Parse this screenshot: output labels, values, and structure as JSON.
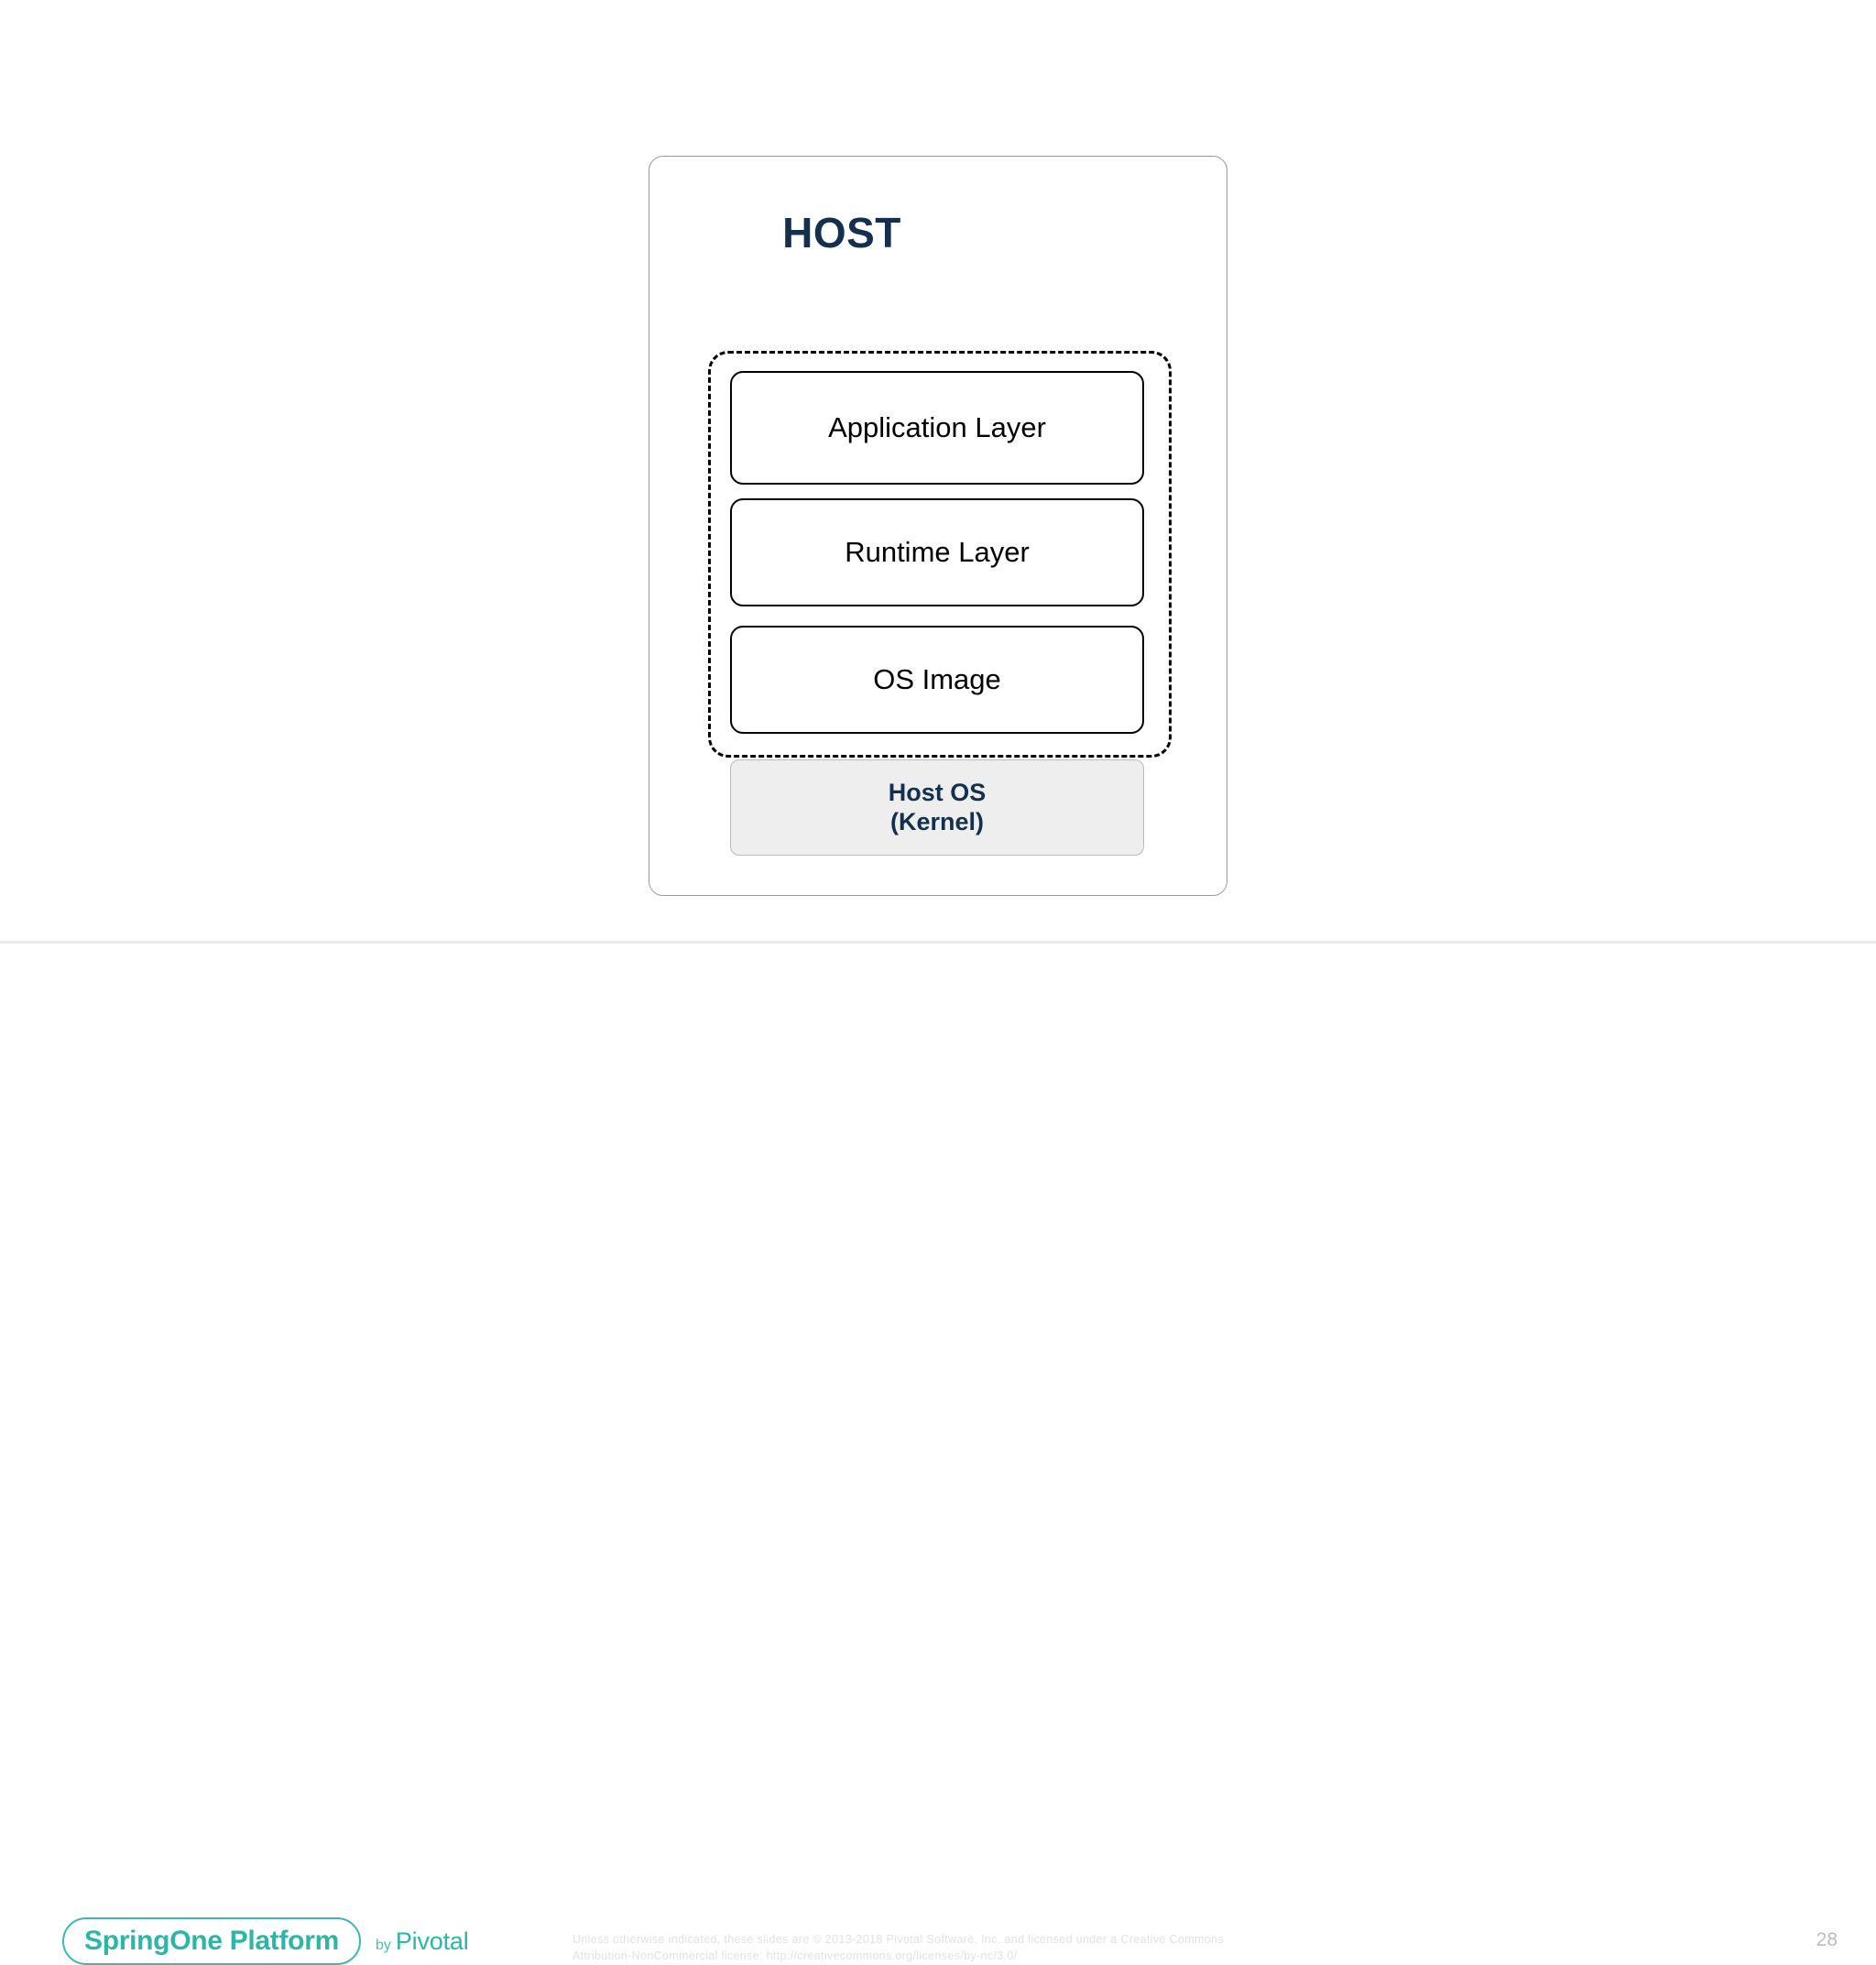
{
  "slide": {
    "page_number": "28",
    "background_color": "#ffffff"
  },
  "host_card": {
    "title": "HOST",
    "title_color": "#14304e",
    "border_color": "#999a9c"
  },
  "image_group": {
    "name": "container-image",
    "border_style": "dashed",
    "border_color": "#000000",
    "layers": [
      {
        "label": "Application Layer"
      },
      {
        "label": "Runtime Layer"
      },
      {
        "label": "OS Image"
      }
    ]
  },
  "host_os": {
    "line1": "Host OS",
    "line2": "(Kernel)",
    "fill_color": "#eeeeee",
    "text_color": "#14304e",
    "border_color": "#b9babc"
  },
  "footer": {
    "logo": {
      "text": "SpringOne Platform",
      "by_word": "by",
      "brand": "Pivotal",
      "accent_color": "#2bb6a6"
    },
    "legal_line1": "Unless otherwise indicated, these slides are © 2013-2018 Pivotal Software, Inc. and licensed under a Creative Commons",
    "legal_line2": "Attribution-NonCommercial license: http://creativecommons.org/licenses/by-nc/3.0/"
  }
}
